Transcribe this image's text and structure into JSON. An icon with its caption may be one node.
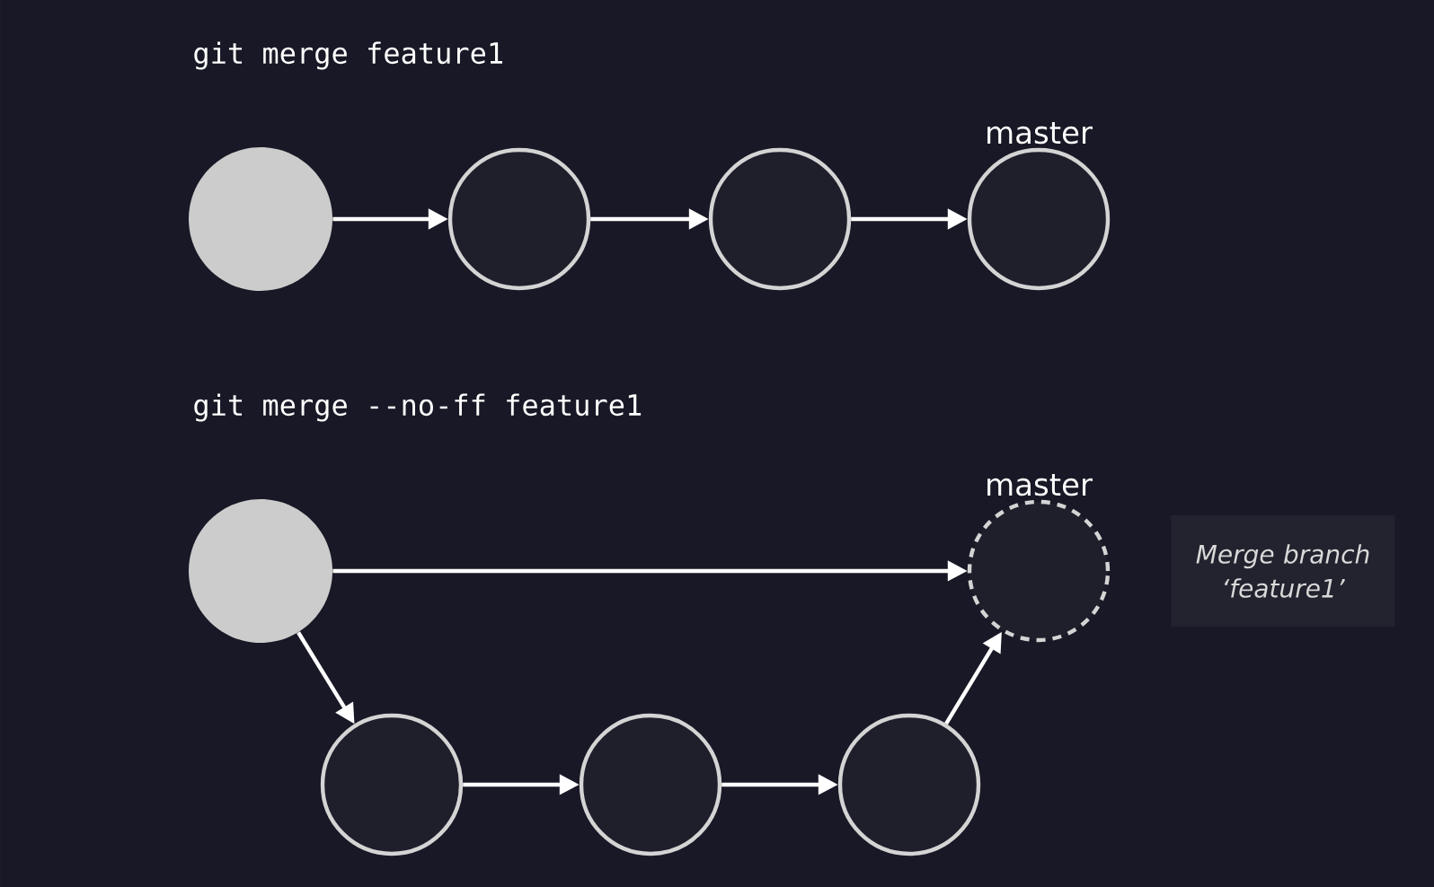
{
  "diagram": {
    "nodes": [
      {
        "text": [],
        "shape": "circle"
      },
      {
        "text": [],
        "shape": "circle"
      },
      {
        "text": [],
        "shape": "circle"
      },
      {
        "text": [
          "master"
        ]
      },
      {
        "text": [],
        "shape": "circle"
      },
      {
        "text": [
          "master"
        ]
      },
      {
        "text": [],
        "shape": "circle"
      },
      {
        "text": [],
        "shape": "circle"
      },
      {
        "text": [],
        "shape": "circle"
      },
      {
        "text": [
          "Merge branch ‘feature1’"
        ]
      }
    ],
    "edges": [
      {
        "from": 0,
        "to": 1,
        "arrow": "to"
      },
      {
        "from": 1,
        "to": 2,
        "arrow": "to"
      },
      {
        "from": 2,
        "to": 3,
        "arrow": "to"
      },
      {
        "from": 4,
        "to": 5,
        "arrow": "to"
      },
      {
        "from": 4,
        "to": 6,
        "arrow": "to"
      },
      {
        "from": 6,
        "to": 7,
        "arrow": "to"
      },
      {
        "from": 7,
        "to": 8,
        "arrow": "to"
      },
      {
        "from": 8,
        "to": 5,
        "arrow": "to"
      }
    ],
    "labels": [
      "git merge feature1",
      "git merge --no-ff feature1"
    ]
  }
}
